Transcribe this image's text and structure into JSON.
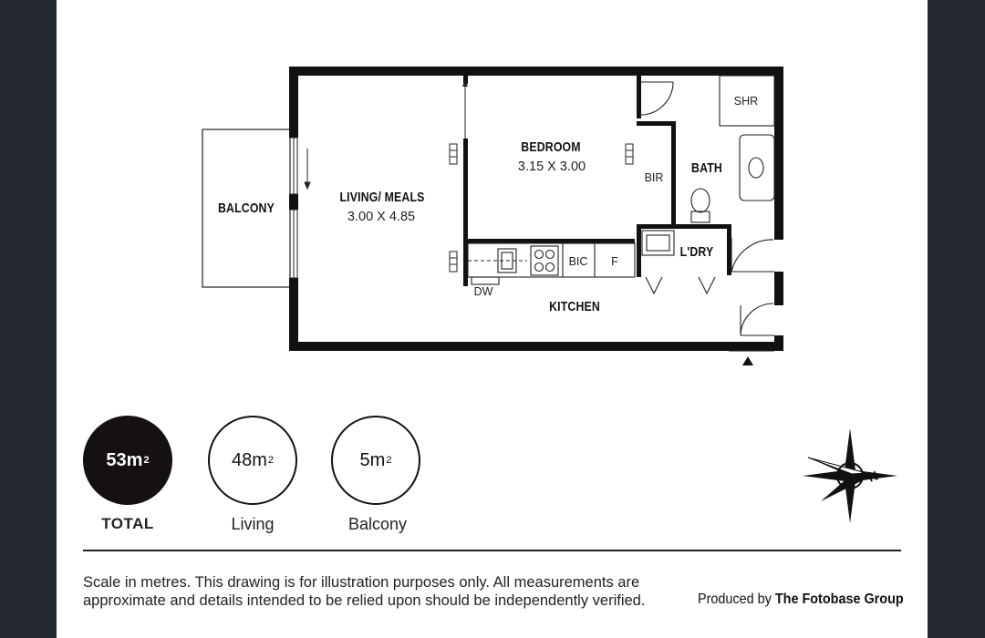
{
  "rooms": {
    "balcony": {
      "name": "BALCONY"
    },
    "living": {
      "name": "LIVING/ MEALS",
      "dims": "3.00 X 4.85"
    },
    "bedroom": {
      "name": "BEDROOM",
      "dims": "3.15 X 3.00"
    },
    "bath": {
      "name": "BATH"
    },
    "laundry": {
      "name": "L'DRY"
    },
    "kitchen": {
      "name": "KITCHEN"
    }
  },
  "fixtures": {
    "shower": "SHR",
    "built_in_robe": "BIR",
    "built_in_cupboard": "BIC",
    "fridge": "F",
    "dishwasher": "DW"
  },
  "areas": [
    {
      "value": "53m",
      "unit_sup": "2",
      "caption": "TOTAL"
    },
    {
      "value": "48m",
      "unit_sup": "2",
      "caption": "Living"
    },
    {
      "value": "5m",
      "unit_sup": "2",
      "caption": "Balcony"
    }
  ],
  "compass": {
    "letter": "N"
  },
  "footer": {
    "disclaimer_line1": "Scale in metres. This drawing is for illustration purposes only. All measurements are",
    "disclaimer_line2": "approximate and details intended to be relied upon should be independently verified.",
    "produced_by": "Produced by",
    "company": "The Fotobase Group"
  },
  "colors": {
    "wall": "#111111",
    "page": "#ffffff",
    "background": "#252a31",
    "total_circle": "#141014"
  }
}
